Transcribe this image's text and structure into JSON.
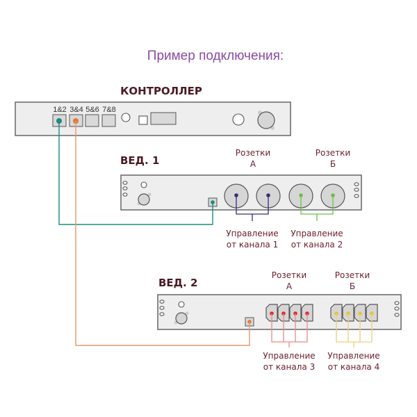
{
  "title": "Пример подключения:",
  "colors": {
    "title": "#8a4aa3",
    "channel_1_2_link": "#1a8c80",
    "channel_3_4_link": "#e07a3a",
    "channel_1": "#3b2a7a",
    "channel_2": "#6abf45",
    "channel_3": "#e02828",
    "channel_4": "#e8c23a"
  },
  "controller": {
    "label": "КОНТРОЛЛЕР",
    "ports": [
      {
        "label": "1&2",
        "connected": true,
        "color": "#1a8c80"
      },
      {
        "label": "3&4",
        "connected": true,
        "color": "#e07a3a"
      },
      {
        "label": "5&6",
        "connected": false
      },
      {
        "label": "7&8",
        "connected": false
      }
    ]
  },
  "slave1": {
    "label": "ВЕД. 1",
    "socket_groups": [
      {
        "label_line1": "Розетки",
        "label_line2": "А",
        "control_line1": "Управление",
        "control_line2": "от канала 1",
        "dot_color": "#3b2a7a"
      },
      {
        "label_line1": "Розетки",
        "label_line2": "Б",
        "control_line1": "Управление",
        "control_line2": "от канала 2",
        "dot_color": "#6abf45"
      }
    ]
  },
  "slave2": {
    "label": "ВЕД. 2",
    "socket_groups": [
      {
        "label_line1": "Розетки",
        "label_line2": "А",
        "control_line1": "Управление",
        "control_line2": "от канала 3",
        "dot_color": "#e02828"
      },
      {
        "label_line1": "Розетки",
        "label_line2": "Б",
        "control_line1": "Управление",
        "control_line2": "от канала 4",
        "dot_color": "#e8c23a"
      }
    ]
  }
}
